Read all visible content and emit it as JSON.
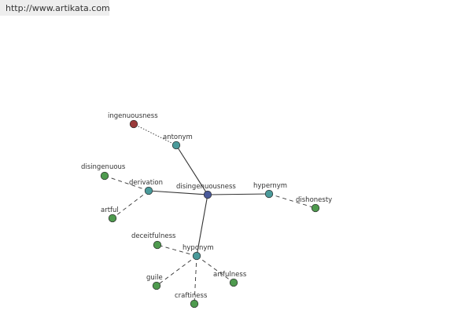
{
  "header": {
    "source_url": "http://www.artikata.com"
  },
  "colors": {
    "center_node": "#4a5a9a",
    "relation_node": "#4a9a9a",
    "word_node": "#4e9a4e",
    "antonym_node": "#9a3a3a",
    "edge": "#333333"
  },
  "graph": {
    "center": {
      "id": "disingenuousness",
      "label": "disingenuousness",
      "kind": "center"
    },
    "relations": [
      {
        "id": "antonym",
        "label": "antonym",
        "kind": "relation",
        "words": [
          {
            "id": "ingenuousness",
            "label": "ingenuousness",
            "kind": "antonym",
            "edge": "dotted"
          }
        ]
      },
      {
        "id": "derivation",
        "label": "derivation",
        "kind": "relation",
        "words": [
          {
            "id": "disingenuous",
            "label": "disingenuous",
            "kind": "word",
            "edge": "dashed"
          },
          {
            "id": "artful",
            "label": "artful",
            "kind": "word",
            "edge": "dashed"
          }
        ]
      },
      {
        "id": "hypernym",
        "label": "hypernym",
        "kind": "relation",
        "words": [
          {
            "id": "dishonesty",
            "label": "dishonesty",
            "kind": "word",
            "edge": "dashed"
          }
        ]
      },
      {
        "id": "hyponym",
        "label": "hyponym",
        "kind": "relation",
        "words": [
          {
            "id": "deceitfulness",
            "label": "deceitfulness",
            "kind": "word",
            "edge": "dashed"
          },
          {
            "id": "guile",
            "label": "guile",
            "kind": "word",
            "edge": "dashed"
          },
          {
            "id": "craftiness",
            "label": "craftiness",
            "kind": "word",
            "edge": "dashed"
          },
          {
            "id": "artfulness",
            "label": "artfulness",
            "kind": "word",
            "edge": "dashed"
          }
        ]
      }
    ]
  }
}
